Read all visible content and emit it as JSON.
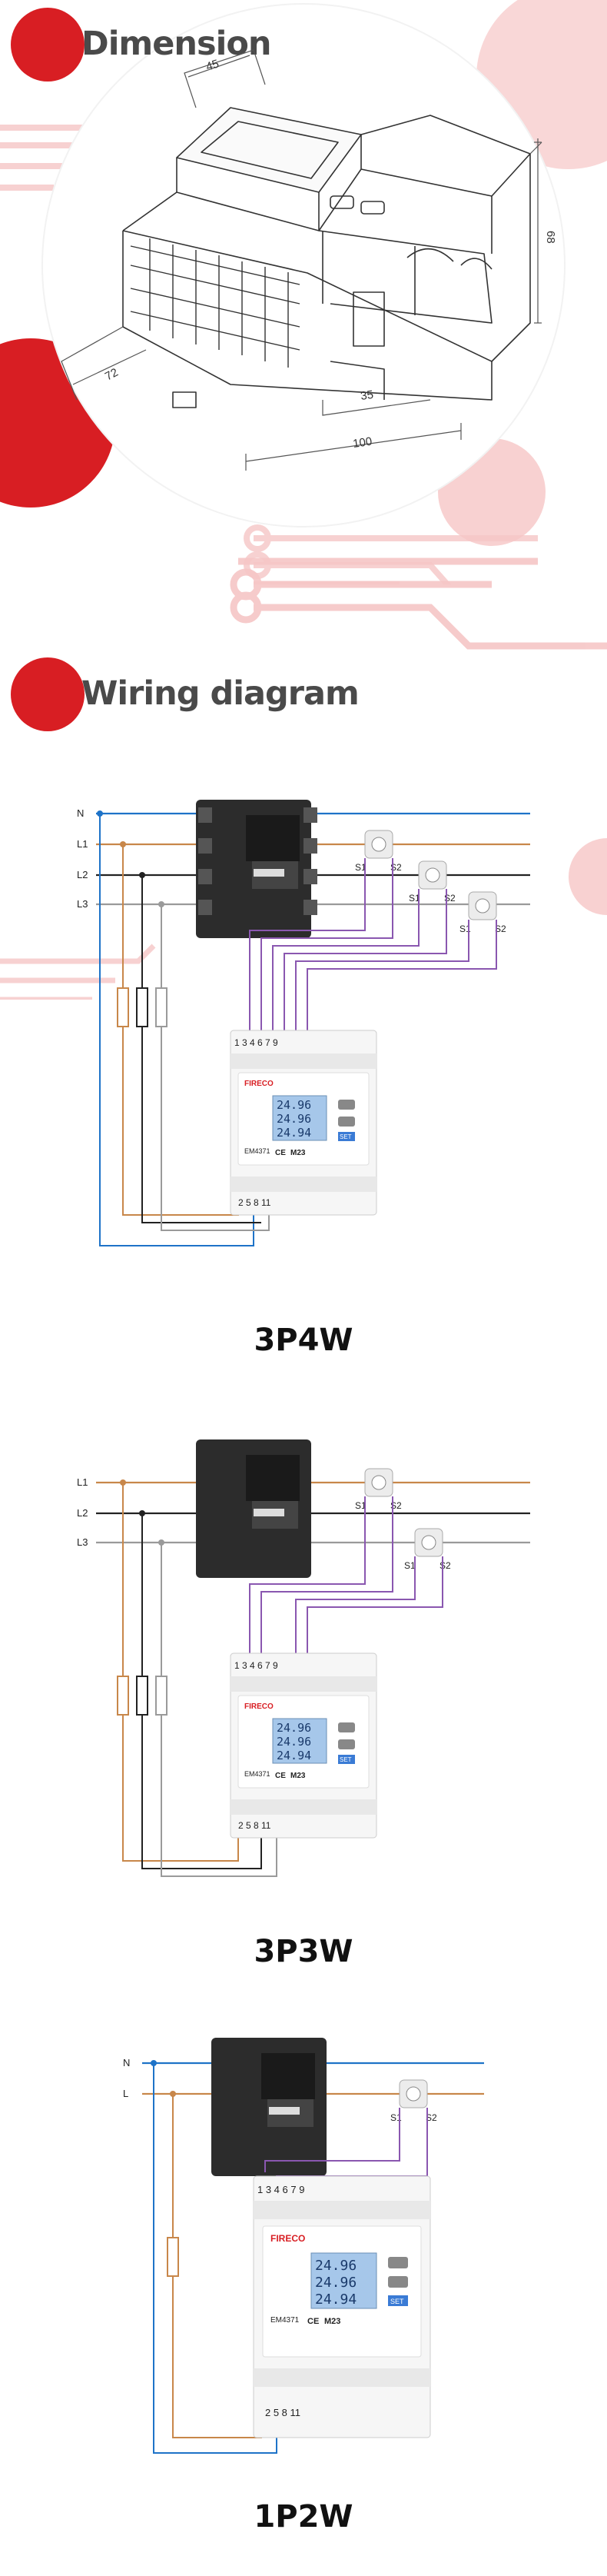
{
  "sections": {
    "dimension": {
      "title": "Dimension"
    },
    "wiring": {
      "title": "Wiring diagram"
    }
  },
  "dimension_labels": {
    "d45": "45",
    "d68": "68",
    "d72": "72",
    "d35": "35",
    "d100": "100"
  },
  "meter": {
    "brand": "FIRECO",
    "model": "EM4371",
    "readings": [
      "24.96",
      "24.96",
      "24.94"
    ],
    "set_label": "SET",
    "cert_marks": [
      "CE",
      "M23"
    ]
  },
  "diagrams": [
    {
      "name": "3P4W",
      "lines": [
        "N",
        "L1",
        "L2",
        "L3"
      ],
      "top_terminals": "1 3 4 6 7 9",
      "bottom_terminals": "2 5 8 11",
      "ct_labels": [
        "S1",
        "S2",
        "S1",
        "S2",
        "S1",
        "S2"
      ]
    },
    {
      "name": "3P3W",
      "lines": [
        "L1",
        "L2",
        "L3"
      ],
      "top_terminals": "1 3 4 6 7 9",
      "bottom_terminals": "2 5 8 11",
      "ct_labels": [
        "S1",
        "S2",
        "S1",
        "S2"
      ]
    },
    {
      "name": "1P2W",
      "lines": [
        "N",
        "L"
      ],
      "top_terminals": "1 3 4 6 7 9",
      "bottom_terminals": "2 5 8 11",
      "ct_labels": [
        "S1",
        "S2"
      ]
    }
  ],
  "colors": {
    "accent": "#d81e23",
    "accent_light": "#f6c6c6",
    "neutral": "#1e73c8",
    "l1": "#c8874a",
    "l2": "#222222",
    "l3": "#9a9a9a",
    "ct_wire": "#8a57b0"
  }
}
